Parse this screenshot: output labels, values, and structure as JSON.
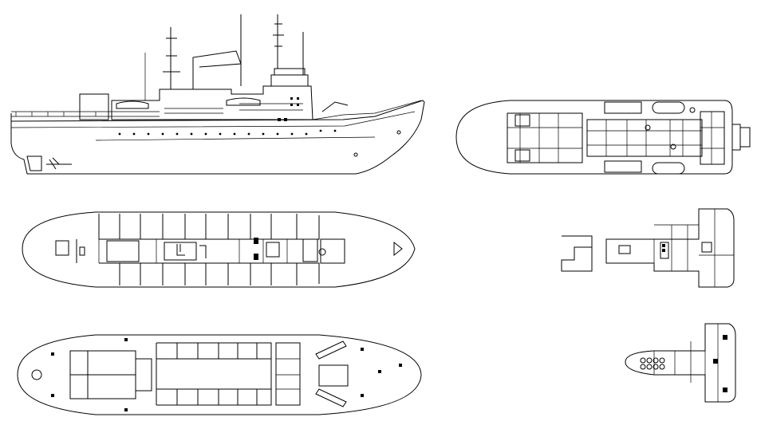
{
  "drawing": {
    "line_color": "#000000",
    "background": "#ffffff",
    "views": [
      {
        "id": "profile",
        "icon": "ship-side-elevation"
      },
      {
        "id": "upper-deck-plan",
        "icon": "ship-deck-plan"
      },
      {
        "id": "main-deck-plan",
        "icon": "ship-deck-plan"
      },
      {
        "id": "lower-deck-plan",
        "icon": "ship-deck-plan"
      },
      {
        "id": "bridge-deck-plan",
        "icon": "superstructure-plan"
      },
      {
        "id": "wheelhouse-top-plan",
        "icon": "superstructure-plan"
      }
    ]
  }
}
